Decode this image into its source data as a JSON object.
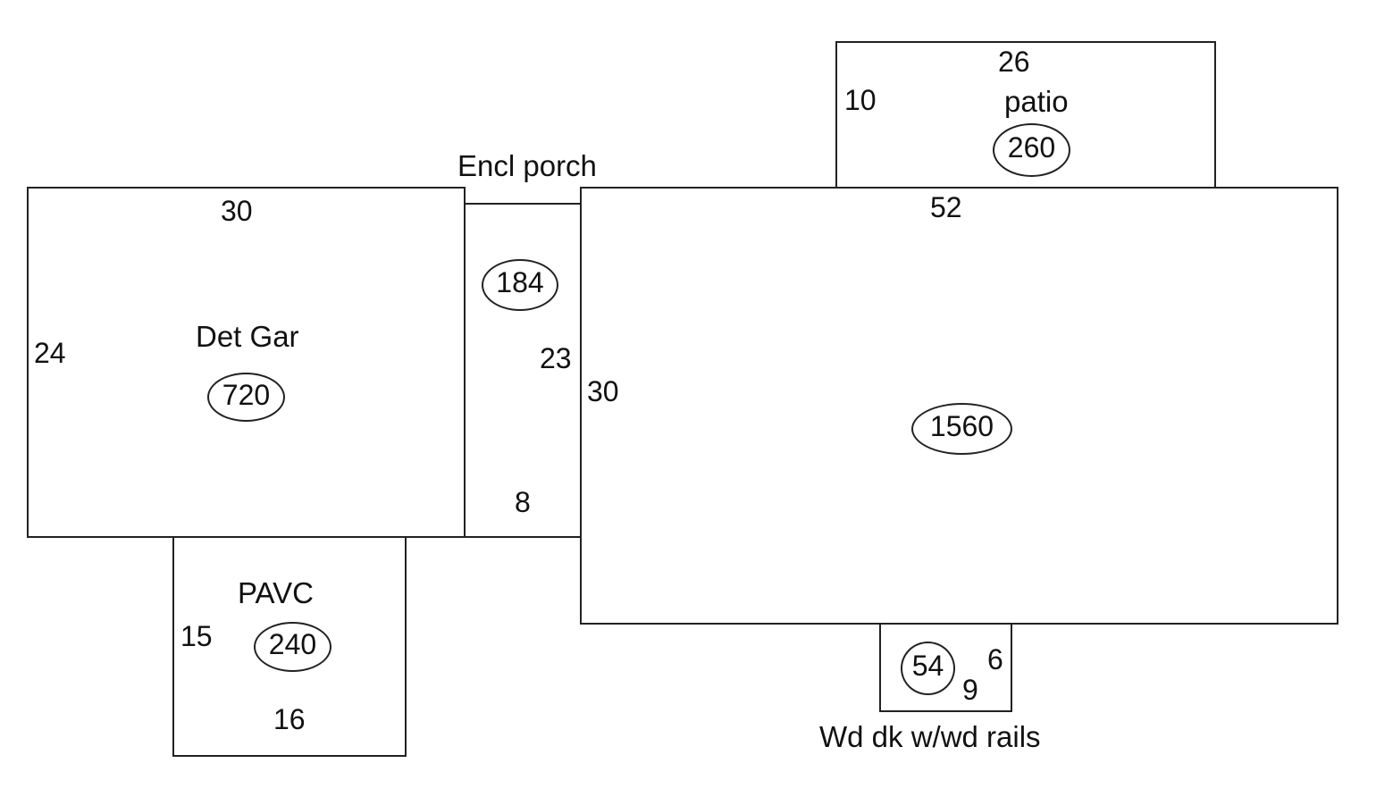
{
  "rooms": {
    "garage": {
      "label": "Det Gar",
      "area": "720",
      "dim_top": "30",
      "dim_left": "24"
    },
    "porch": {
      "label": "Encl porch",
      "area": "184",
      "dim_side": "23",
      "dim_bottom": "8"
    },
    "house": {
      "area": "1560",
      "dim_top": "52",
      "dim_left": "30"
    },
    "patio": {
      "label": "patio",
      "area": "260",
      "dim_top": "26",
      "dim_left": "10"
    },
    "pavc": {
      "label": "PAVC",
      "area": "240",
      "dim_left": "15",
      "dim_bottom": "16"
    },
    "deck": {
      "label": "Wd dk w/wd rails",
      "area": "54",
      "dim_right": "6",
      "dim_bottom": "9"
    }
  },
  "colors": {
    "line": "#222222",
    "text": "#111111",
    "background": "#ffffff"
  }
}
